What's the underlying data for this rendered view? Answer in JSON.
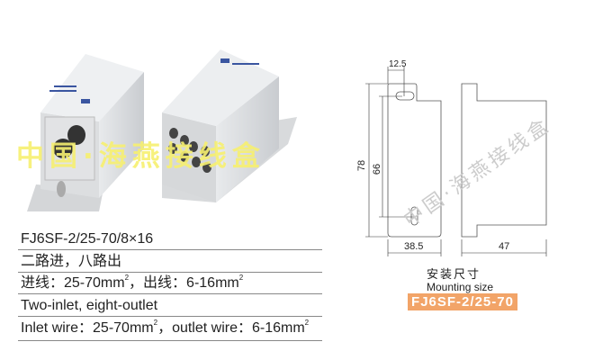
{
  "specs": {
    "model": "FJ6SF-2/25-70/8×16",
    "cn_desc": "二路进，八路出",
    "cn_wire": {
      "inlet_label": "进线：25-70mm",
      "sep": "，出线：6-16mm",
      "sup": "2"
    },
    "en_desc": "Two-inlet, eight-outlet",
    "en_wire": {
      "inlet_label": "Inlet wire：25-70mm",
      "sep": "，outlet wire：6-16mm",
      "sup": "2"
    }
  },
  "watermark": "中国·海燕接线盒",
  "drawing": {
    "dim_slot": "12.5",
    "dim_height": "78",
    "dim_hole_pitch": "66",
    "dim_width": "38.5",
    "dim_depth": "47",
    "caption_cn": "安装尺寸",
    "caption_en": "Mounting size",
    "model_badge": "FJ6SF-2/25-70",
    "badge_color": "#f2a468"
  }
}
